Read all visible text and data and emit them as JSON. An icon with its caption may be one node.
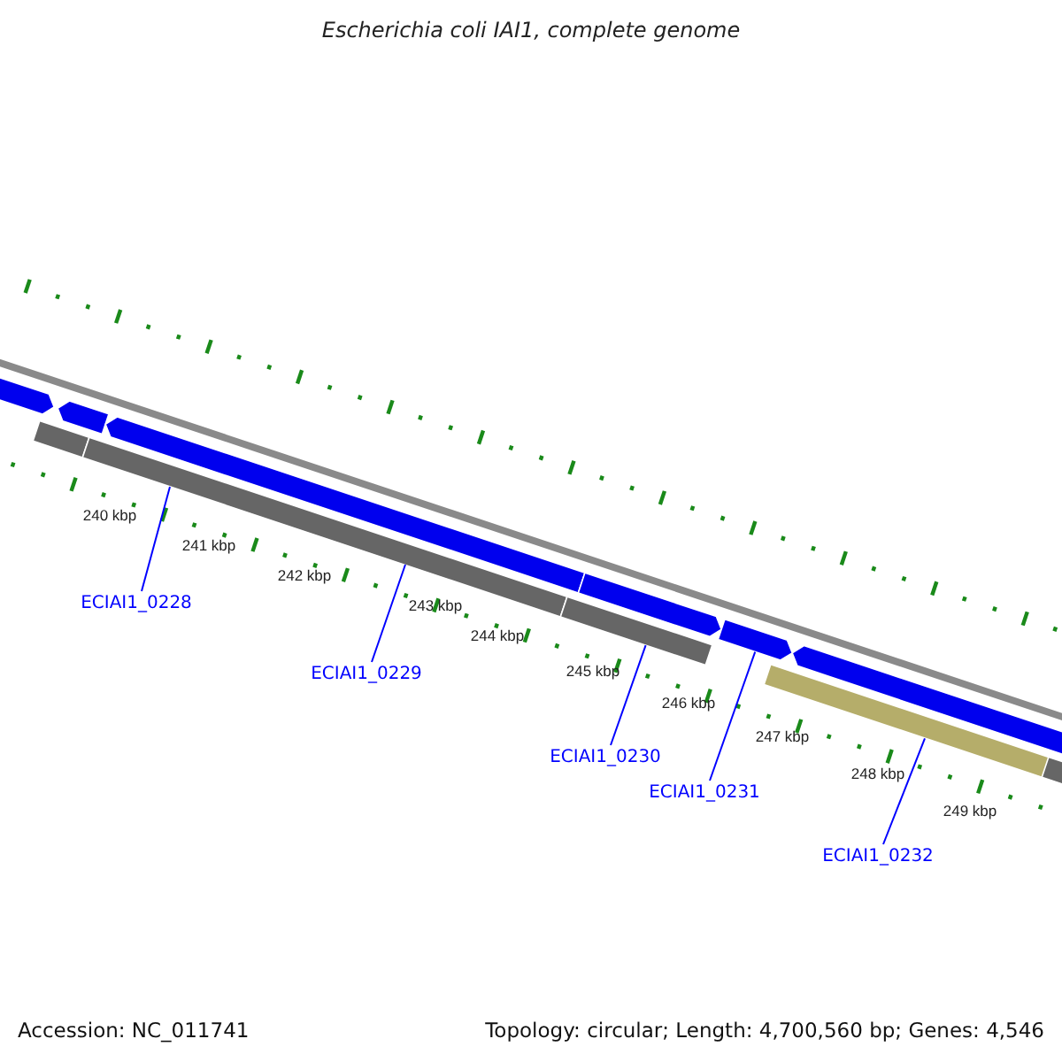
{
  "diagram": {
    "title": "Escherichia coli IAI1, complete genome",
    "nodes": [
      {
        "text": [
          "ECIAI1_0228"
        ]
      },
      {
        "text": [
          "ECIAI1_0229"
        ]
      },
      {
        "text": [
          "ECIAI1_0230"
        ]
      },
      {
        "text": [
          "ECIAI1_0231"
        ]
      },
      {
        "text": [
          "ECIAI1_0232"
        ]
      },
      {
        "text": [],
        "shape": "bar"
      },
      {
        "text": [],
        "shape": "bar"
      },
      {
        "text": [],
        "shape": "arrow"
      },
      {
        "text": [],
        "shape": "bar"
      }
    ],
    "edges": [
      {
        "from": 0,
        "to": 5,
        "arrow": "none"
      },
      {
        "from": 1,
        "to": 5,
        "arrow": "none"
      },
      {
        "from": 2,
        "to": 6,
        "arrow": "none"
      },
      {
        "from": 3,
        "to": 7,
        "arrow": "none"
      },
      {
        "from": 4,
        "to": 8,
        "arrow": "none"
      }
    ],
    "labels": [
      "240 kbp",
      "241 kbp",
      "242 kbp",
      "243 kbp",
      "244 kbp",
      "245 kbp",
      "246 kbp",
      "247 kbp",
      "248 kbp",
      "249 kbp",
      "Accession: NC_011741",
      "Topology: circular; Length: 4,700,560 bp; Genes: 4,546"
    ]
  }
}
